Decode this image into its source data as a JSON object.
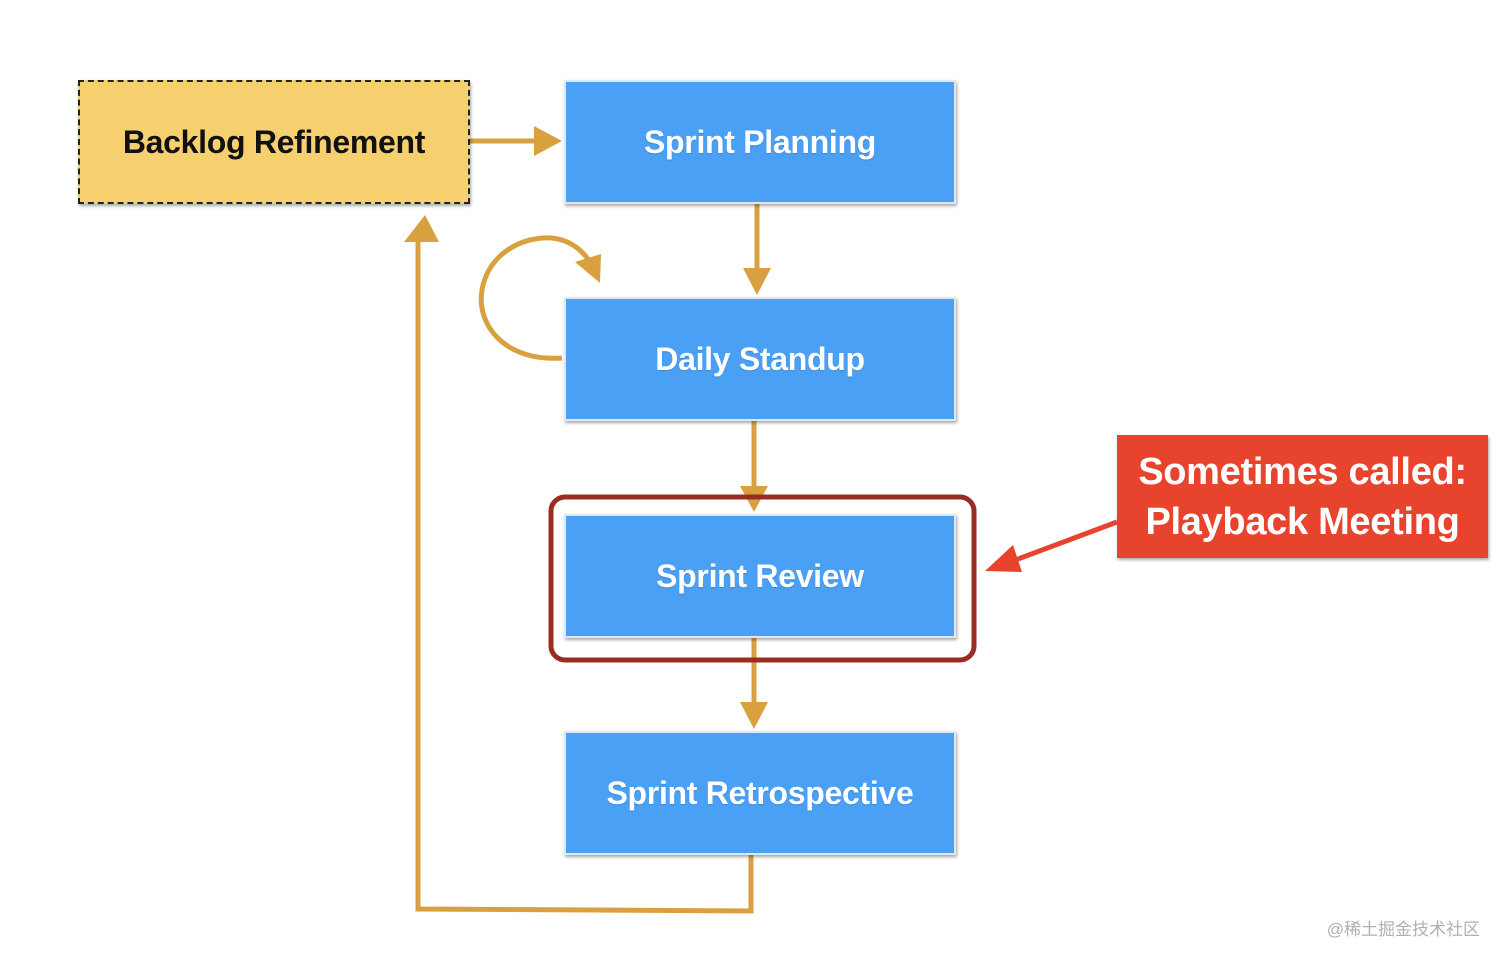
{
  "nodes": {
    "backlog_refinement": "Backlog Refinement",
    "sprint_planning": "Sprint Planning",
    "daily_standup": "Daily Standup",
    "sprint_review": "Sprint Review",
    "sprint_retrospective": "Sprint Retrospective"
  },
  "callout": {
    "line1": "Sometimes called:",
    "line2": "Playback Meeting"
  },
  "watermark": "@稀土掘金技术社区",
  "colors": {
    "arrow": "#d9a040",
    "node_blue": "#4aa0f5",
    "node_yellow": "#f6d06e",
    "callout_red": "#e8432d",
    "highlight_border": "#9a2d22"
  }
}
